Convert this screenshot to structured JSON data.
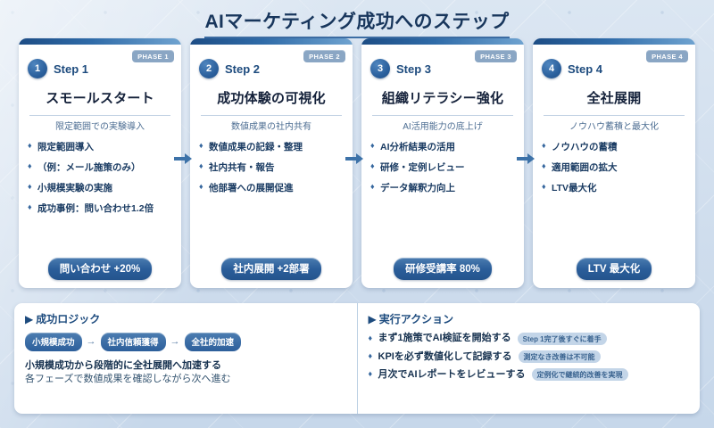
{
  "title": "AIマーケティング成功へのステップ",
  "cards": [
    {
      "phase": "PHASE 1",
      "step_number": "1",
      "step_label": "Step 1",
      "heading": "スモールスタート",
      "subtitle": "限定範囲での実験導入",
      "bullets": [
        "限定範囲導入",
        "（例：メール施策のみ）",
        "小規模実験の実施",
        "成功事例：問い合わせ1.2倍"
      ],
      "result": "問い合わせ +20%"
    },
    {
      "phase": "PHASE 2",
      "step_number": "2",
      "step_label": "Step 2",
      "heading": "成功体験の可視化",
      "subtitle": "数値成果の社内共有",
      "bullets": [
        "数値成果の記録・整理",
        "社内共有・報告",
        "他部署への展開促進"
      ],
      "result": "社内展開 +2部署"
    },
    {
      "phase": "PHASE 3",
      "step_number": "3",
      "step_label": "Step 3",
      "heading": "組織リテラシー強化",
      "subtitle": "AI活用能力の底上げ",
      "bullets": [
        "AI分析結果の活用",
        "研修・定例レビュー",
        "データ解釈力向上"
      ],
      "result": "研修受講率 80%"
    },
    {
      "phase": "PHASE 4",
      "step_number": "4",
      "step_label": "Step 4",
      "heading": "全社展開",
      "subtitle": "ノウハウ蓄積と最大化",
      "bullets": [
        "ノウハウの蓄積",
        "適用範囲の拡大",
        "LTV最大化"
      ],
      "result": "LTV 最大化"
    }
  ],
  "logic_panel": {
    "title": "成功ロジック",
    "triangle": "▶",
    "chain": [
      "小規模成功",
      "社内信頼獲得",
      "全社的加速"
    ],
    "arrow": "→",
    "line1": "小規模成功から段階的に全社展開へ加速する",
    "line2": "各フェーズで数値成果を確認しながら次へ進む"
  },
  "action_panel": {
    "title": "実行アクション",
    "triangle": "▶",
    "items": [
      {
        "text": "まず1施策でAI検証を開始する",
        "tag": "Step 1完了後すぐに着手"
      },
      {
        "text": "KPIを必ず数値化して記録する",
        "tag": "測定なき改善は不可能"
      },
      {
        "text": "月次でAIレポートをレビューする",
        "tag": "定例化で継続的改善を実現"
      }
    ]
  },
  "colors": {
    "accent_dark": "#1d4b7e",
    "accent": "#2d5f9b",
    "accent_light": "#6fa3d0",
    "badge_gray": "#8aa6c4",
    "background": "#d3e0ef"
  }
}
